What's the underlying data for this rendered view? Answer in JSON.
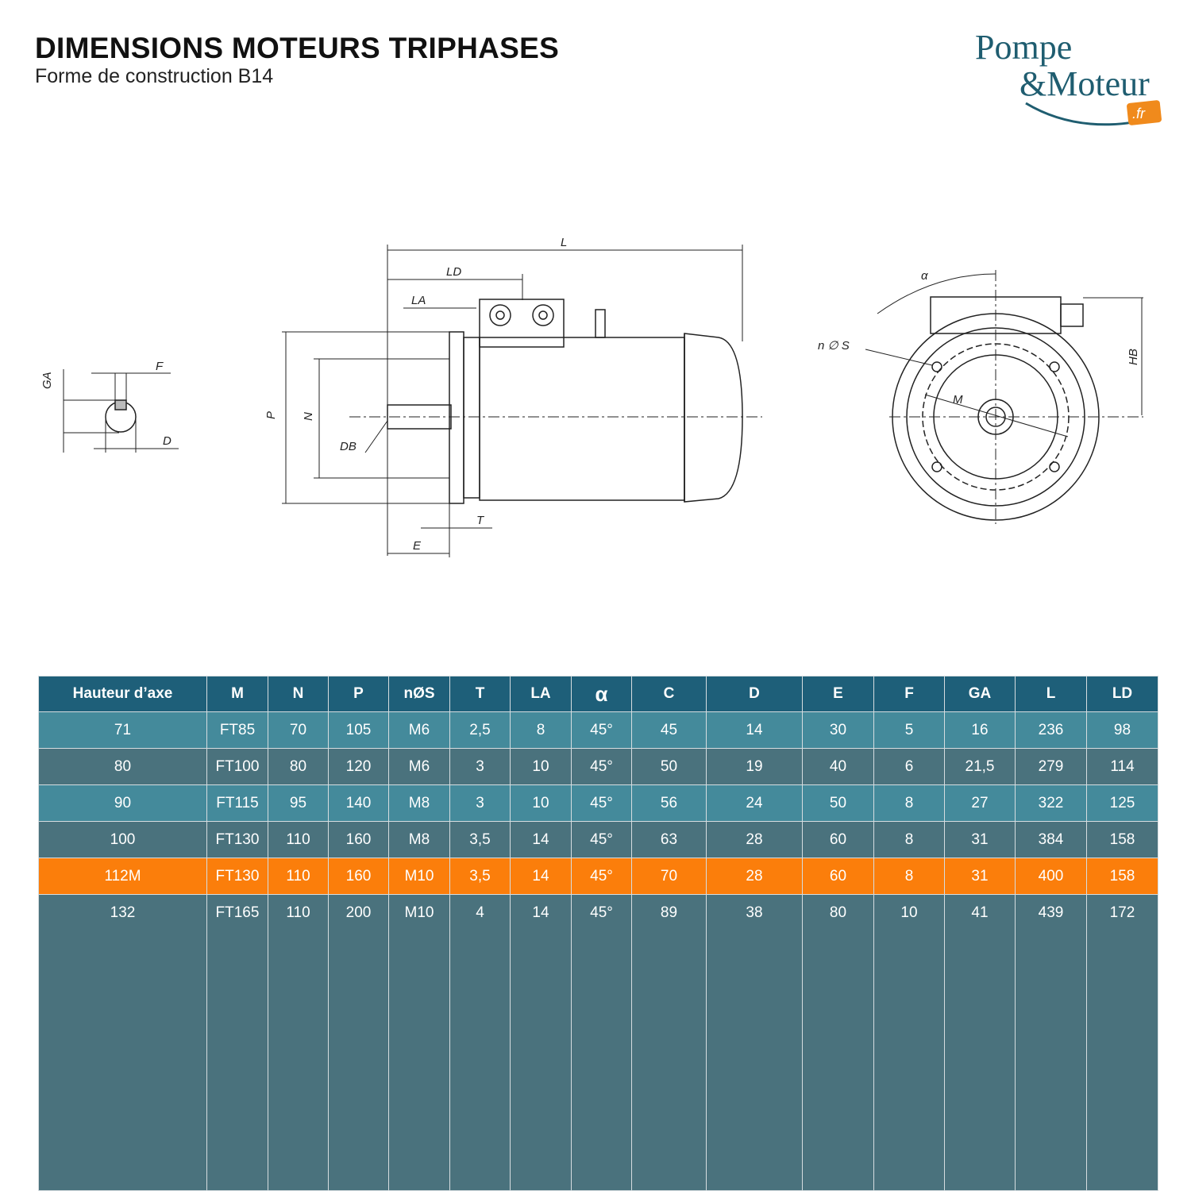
{
  "header": {
    "title": "DIMENSIONS MOTEURS TRIPHASES",
    "subtitle": "Forme de construction B14"
  },
  "logo": {
    "line1": "Pompe",
    "line2": "&Moteur",
    "suffix": ".fr"
  },
  "drawing": {
    "labels": {
      "L": "L",
      "LD": "LD",
      "LA": "LA",
      "P": "P",
      "N": "N",
      "DB": "DB",
      "T": "T",
      "E": "E",
      "GA": "GA",
      "F": "F",
      "D": "D",
      "alpha": "α",
      "nS": "n ∅ S",
      "M": "M",
      "HB": "HB"
    }
  },
  "table": {
    "headers": [
      "Hauteur d’axe",
      "M",
      "N",
      "P",
      "nØS",
      "T",
      "LA",
      "α",
      "C",
      "D",
      "E",
      "F",
      "GA",
      "L",
      "LD"
    ],
    "rows": [
      [
        "71",
        "FT85",
        "70",
        "105",
        "M6",
        "2,5",
        "8",
        "45°",
        "45",
        "14",
        "30",
        "5",
        "16",
        "236",
        "98"
      ],
      [
        "80",
        "FT100",
        "80",
        "120",
        "M6",
        "3",
        "10",
        "45°",
        "50",
        "19",
        "40",
        "6",
        "21,5",
        "279",
        "114"
      ],
      [
        "90",
        "FT115",
        "95",
        "140",
        "M8",
        "3",
        "10",
        "45°",
        "56",
        "24",
        "50",
        "8",
        "27",
        "322",
        "125"
      ],
      [
        "100",
        "FT130",
        "110",
        "160",
        "M8",
        "3,5",
        "14",
        "45°",
        "63",
        "28",
        "60",
        "8",
        "31",
        "384",
        "158"
      ],
      [
        "112M",
        "FT130",
        "110",
        "160",
        "M10",
        "3,5",
        "14",
        "45°",
        "70",
        "28",
        "60",
        "8",
        "31",
        "400",
        "158"
      ],
      [
        "132",
        "FT165",
        "110",
        "200",
        "M10",
        "4",
        "14",
        "45°",
        "89",
        "38",
        "80",
        "10",
        "41",
        "439",
        "172"
      ]
    ],
    "highlight_row": 4,
    "colors": {
      "header": "#1e5f79",
      "row_light": "#448a9b",
      "row_dark": "#4a727d",
      "highlight": "#fb7e0b"
    }
  }
}
